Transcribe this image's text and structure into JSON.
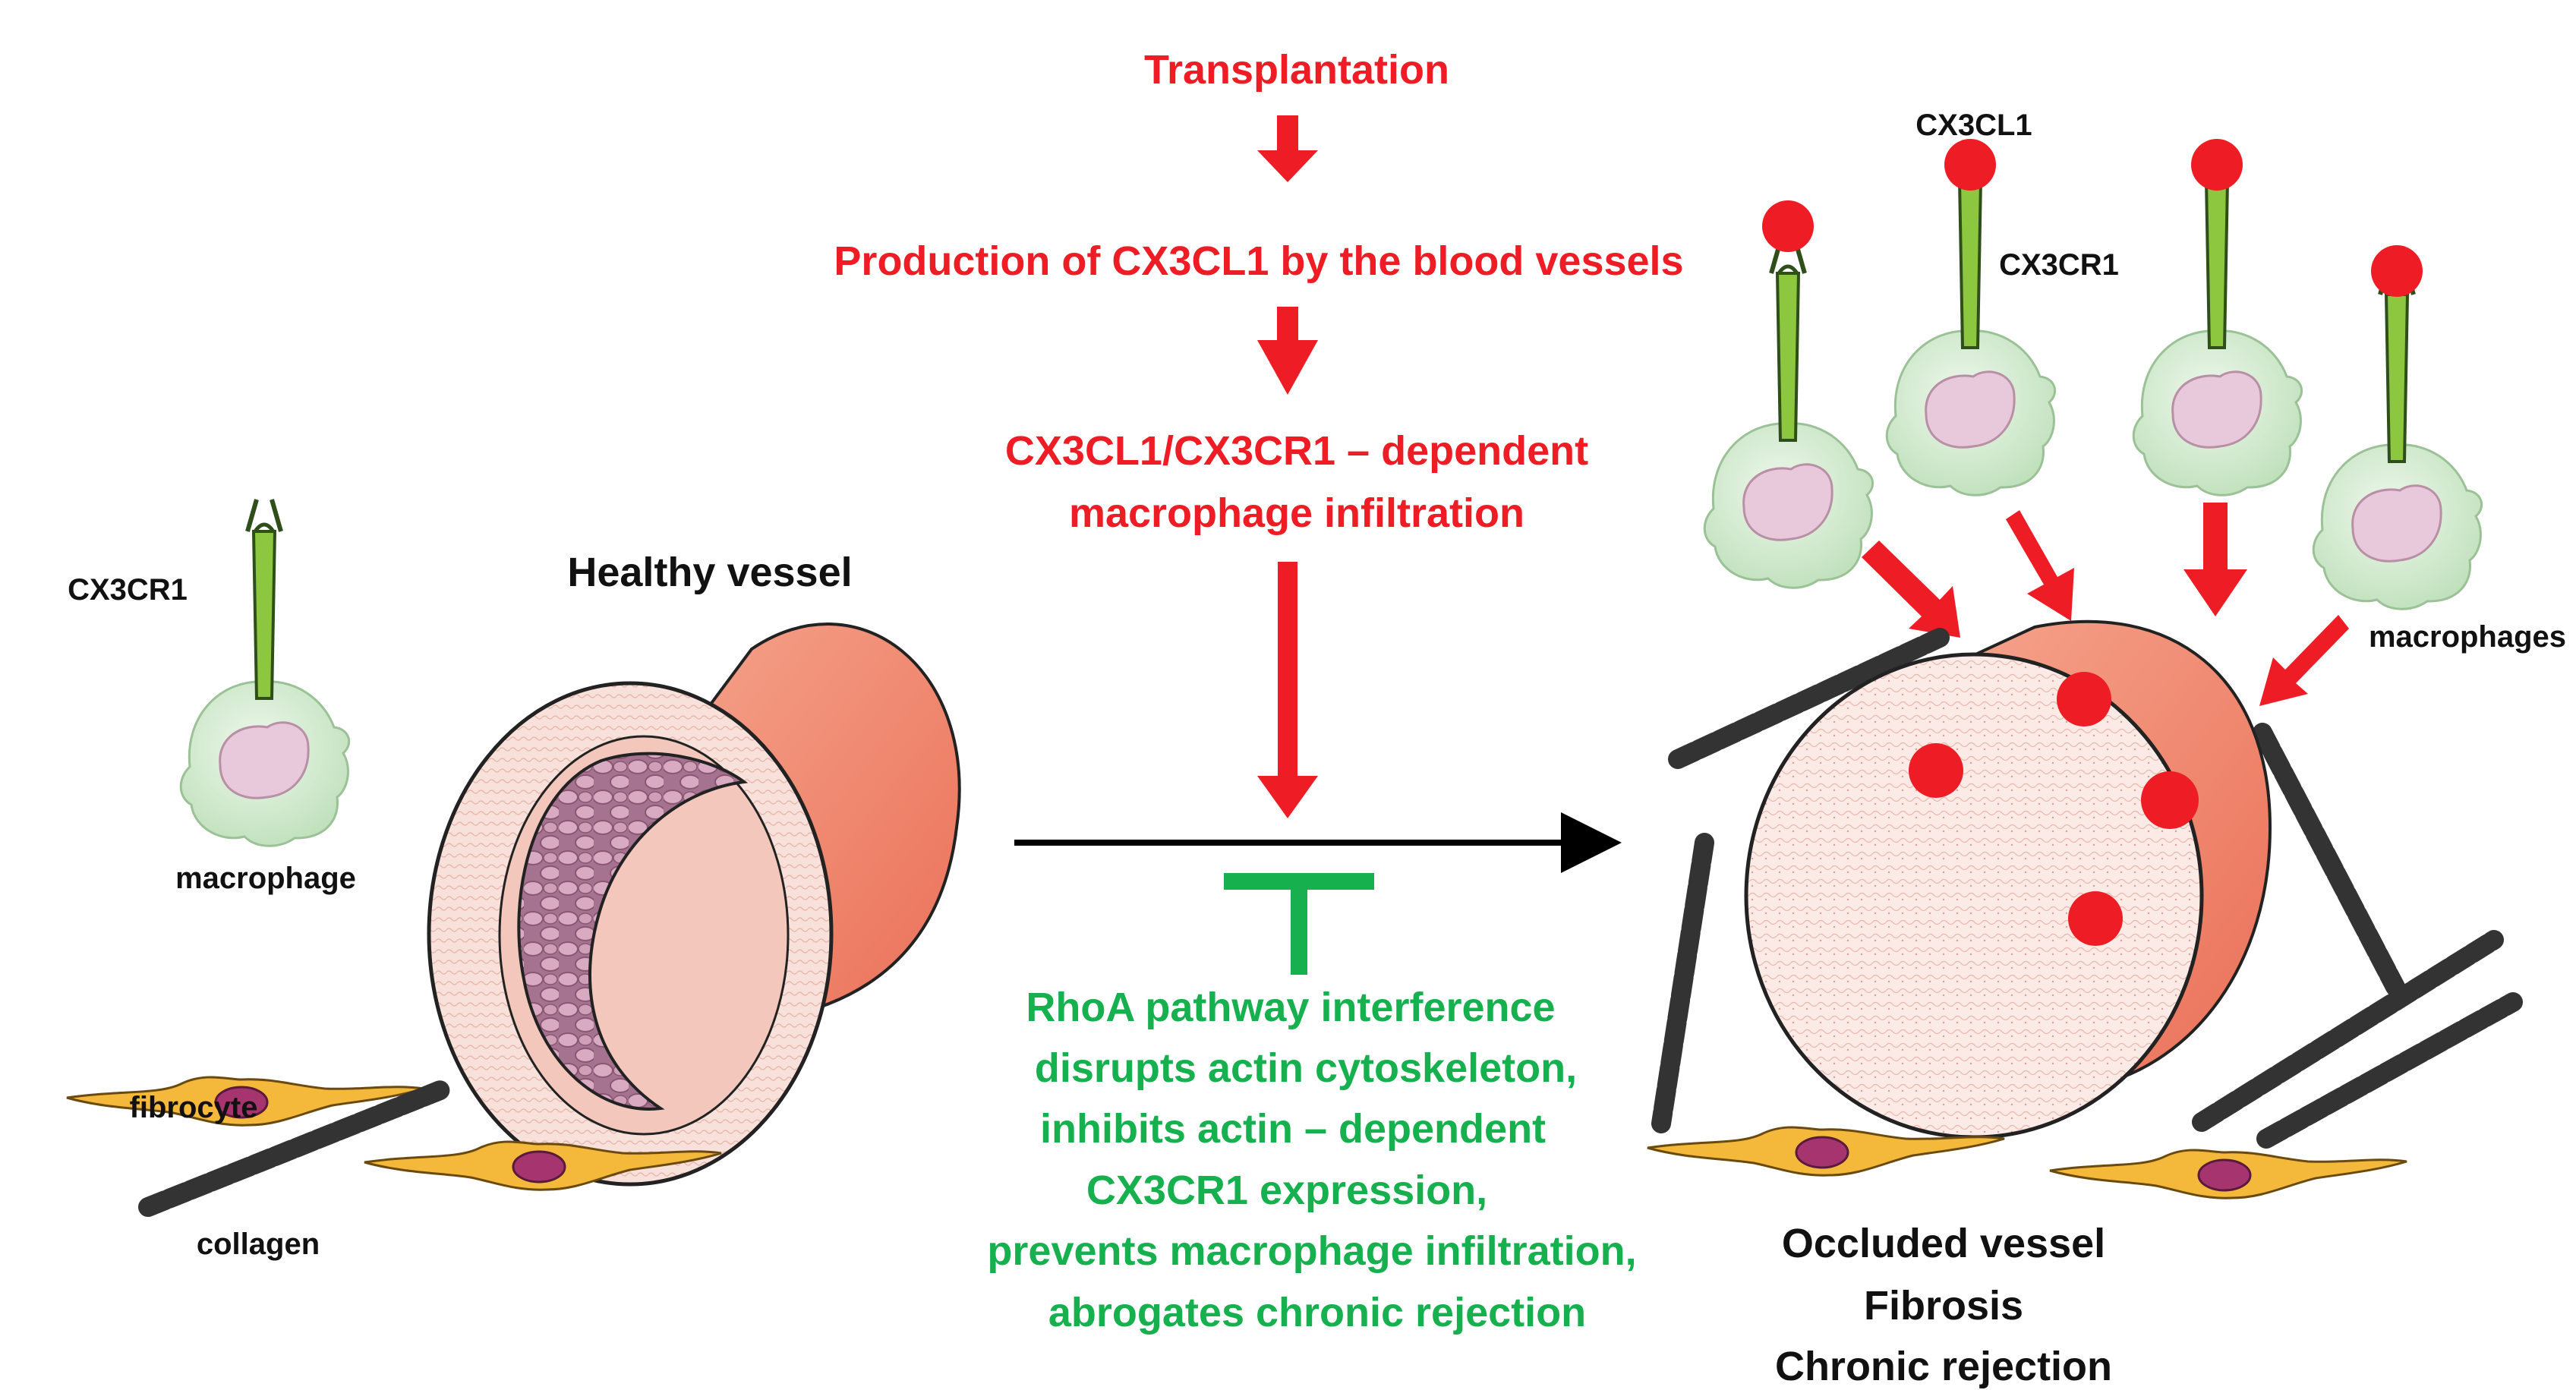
{
  "colors": {
    "red": "#ee1c24",
    "green": "#17b04f",
    "vessel_outer": "#f2876d",
    "vessel_wall": "#f7dcd4",
    "vessel_lumen": "#b7859e",
    "collagen": "#333333",
    "fibrocyte": "#f4b93a",
    "macrophage": "#d8edd6",
    "nucleus": "#e7c7dc",
    "receptor": "#8dc63f"
  },
  "flow": {
    "step1": "Transplantation",
    "step2": "Production of CX3CL1 by the blood vessels",
    "step3_line1": "CX3CL1/CX3CR1 – dependent",
    "step3_line2": "macrophage infiltration"
  },
  "inhibition": {
    "lines": [
      "RhoA pathway interference",
      "disrupts actin cytoskeleton,",
      "inhibits actin – dependent",
      "CX3CR1 expression,",
      "prevents macrophage infiltration,",
      "abrogates chronic rejection"
    ]
  },
  "left": {
    "receptor_label": "CX3CR1",
    "vessel_label": "Healthy vessel",
    "macrophage_label": "macrophage",
    "fibrocyte_label": "fibrocyte",
    "collagen_label": "collagen"
  },
  "right": {
    "ligand_label": "CX3CL1",
    "receptor_label": "CX3CR1",
    "macrophages_label": "macrophages",
    "outcome_lines": [
      "Occluded vessel",
      "Fibrosis",
      "Chronic rejection"
    ]
  },
  "icons": {
    "macrophage": "macrophage-cell-icon",
    "fibrocyte": "fibrocyte-cell-icon",
    "collagen": "collagen-fiber-icon",
    "vessel": "blood-vessel-icon"
  }
}
